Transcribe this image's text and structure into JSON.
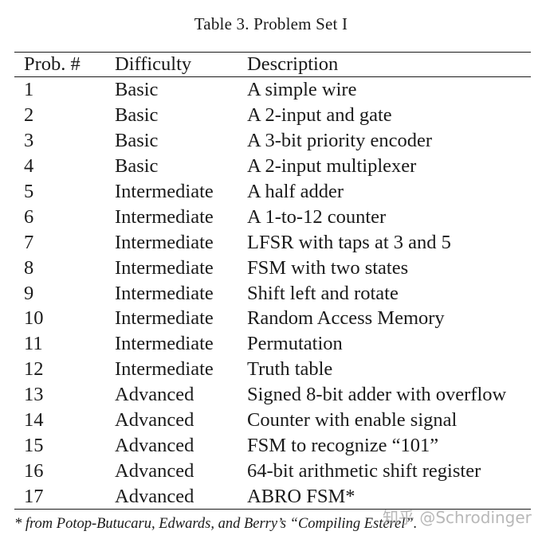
{
  "caption": "Table 3.  Problem Set I",
  "headers": [
    "Prob. #",
    "Difficulty",
    "Description"
  ],
  "rows": [
    {
      "num": "1",
      "difficulty": "Basic",
      "description": "A simple wire"
    },
    {
      "num": "2",
      "difficulty": "Basic",
      "description": "A 2-input and gate"
    },
    {
      "num": "3",
      "difficulty": "Basic",
      "description": "A 3-bit priority encoder"
    },
    {
      "num": "4",
      "difficulty": "Basic",
      "description": "A 2-input multiplexer"
    },
    {
      "num": "5",
      "difficulty": "Intermediate",
      "description": "A half adder"
    },
    {
      "num": "6",
      "difficulty": "Intermediate",
      "description": "A 1-to-12 counter"
    },
    {
      "num": "7",
      "difficulty": "Intermediate",
      "description": "LFSR with taps at 3 and 5"
    },
    {
      "num": "8",
      "difficulty": "Intermediate",
      "description": "FSM with two states"
    },
    {
      "num": "9",
      "difficulty": "Intermediate",
      "description": "Shift left and rotate"
    },
    {
      "num": "10",
      "difficulty": "Intermediate",
      "description": "Random Access Memory"
    },
    {
      "num": "11",
      "difficulty": "Intermediate",
      "description": "Permutation"
    },
    {
      "num": "12",
      "difficulty": "Intermediate",
      "description": "Truth table"
    },
    {
      "num": "13",
      "difficulty": "Advanced",
      "description": "Signed 8-bit adder with overflow"
    },
    {
      "num": "14",
      "difficulty": "Advanced",
      "description": "Counter with enable signal"
    },
    {
      "num": "15",
      "difficulty": "Advanced",
      "description": "FSM to recognize “101”"
    },
    {
      "num": "16",
      "difficulty": "Advanced",
      "description": "64-bit arithmetic shift register"
    },
    {
      "num": "17",
      "difficulty": "Advanced",
      "description": "ABRO FSM*"
    }
  ],
  "footnote": "* from Potop-Butucaru, Edwards, and Berry’s “Compiling Esterel”.",
  "watermark": "知乎 @Schrodinger"
}
